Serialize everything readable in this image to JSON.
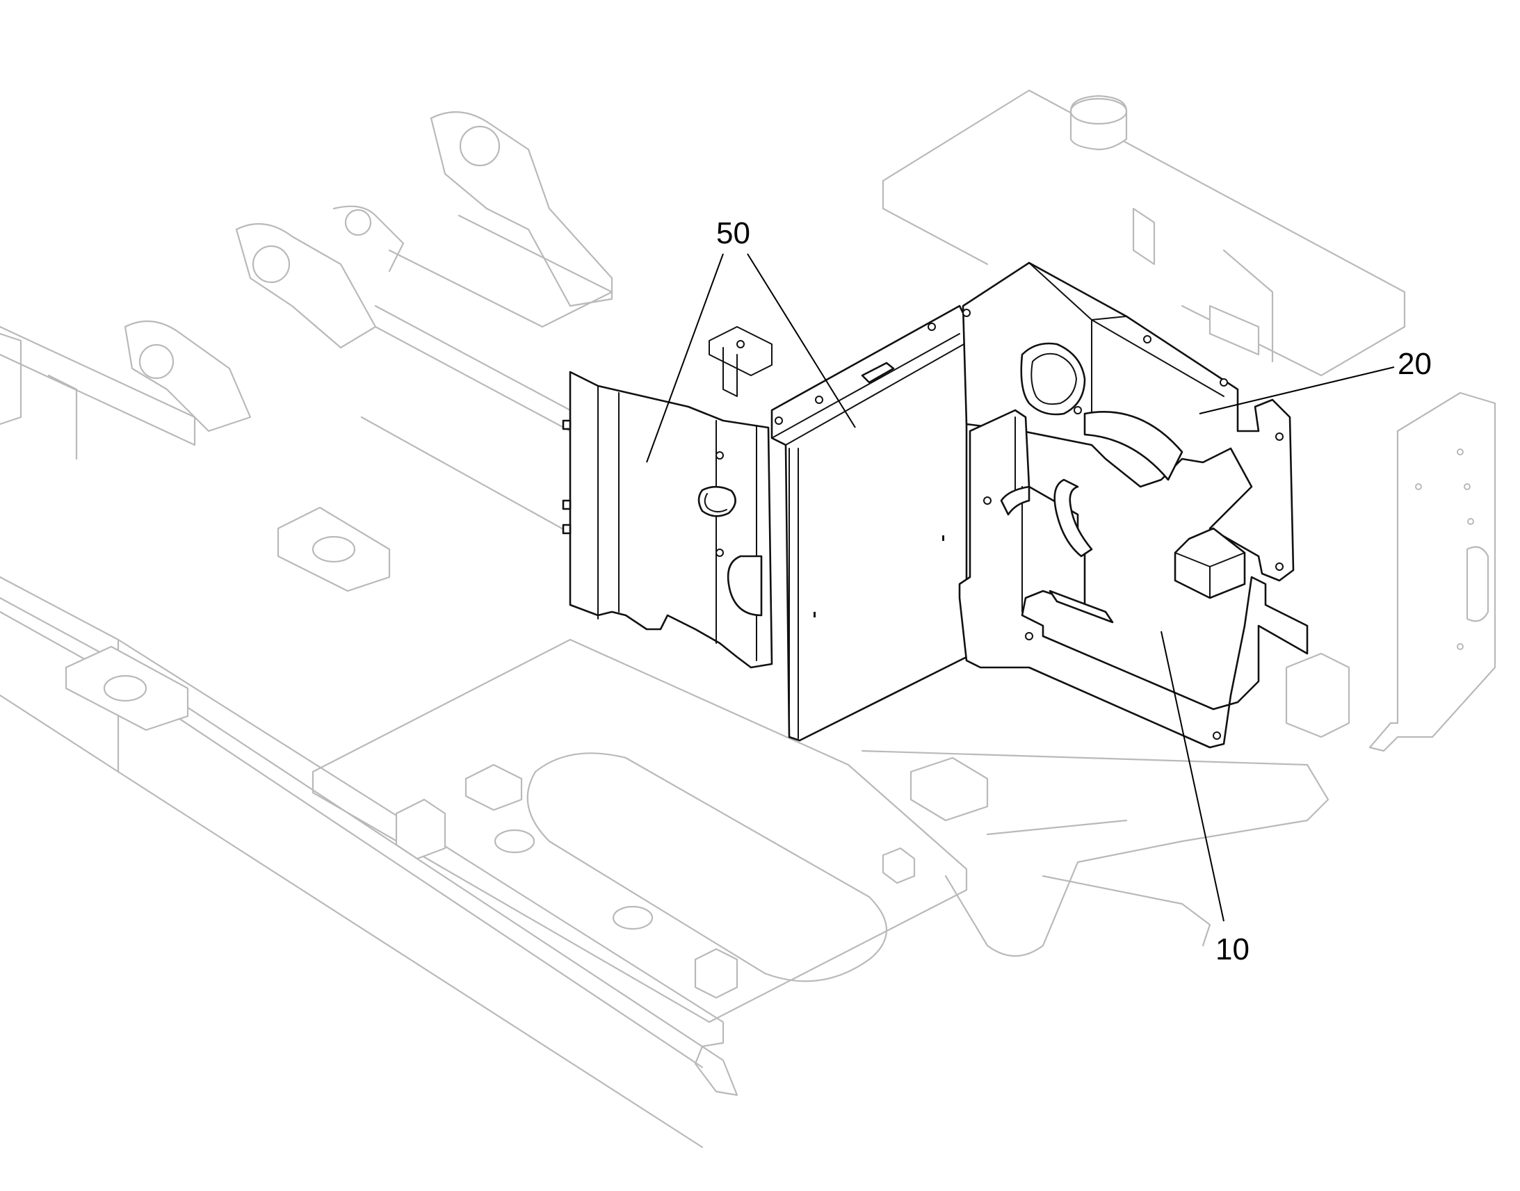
{
  "diagram": {
    "callouts": [
      {
        "id": "50",
        "label": "50"
      },
      {
        "id": "20",
        "label": "20"
      },
      {
        "id": "10",
        "label": "10"
      }
    ]
  }
}
